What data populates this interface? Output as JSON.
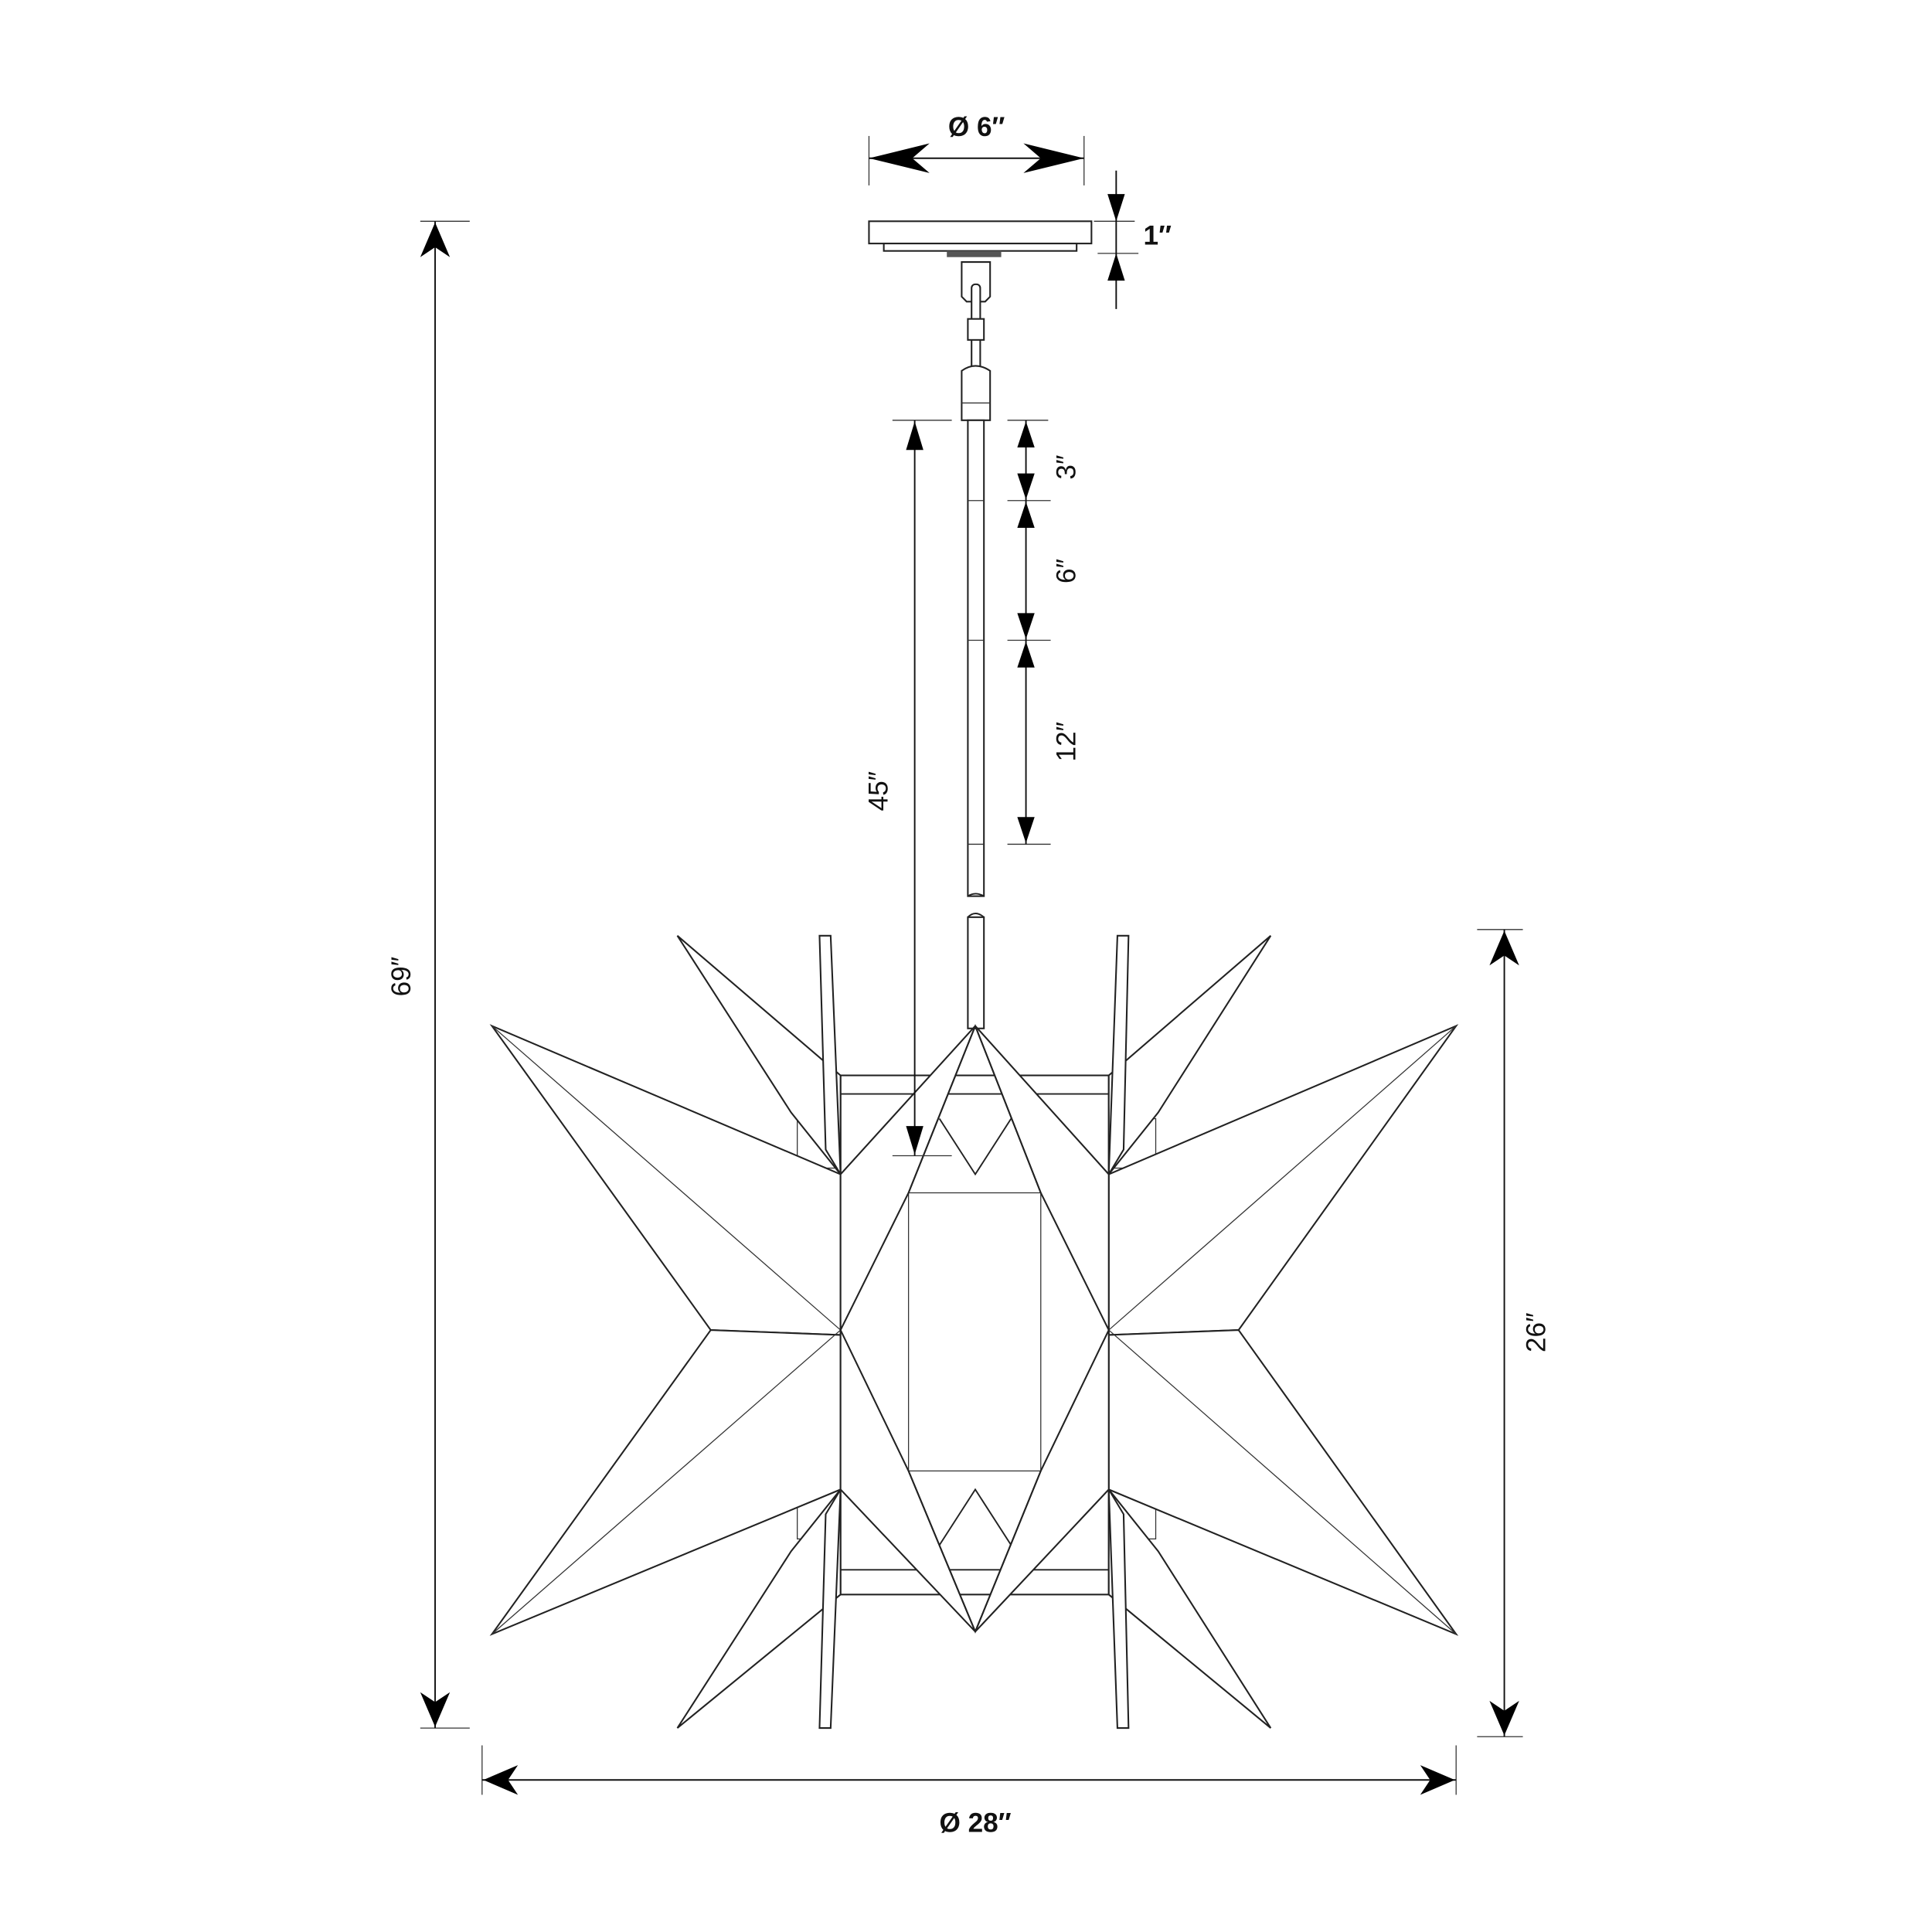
{
  "title": "Pendant fixture dimension drawing",
  "dimensions": {
    "canopy_diameter": "Ø 6″",
    "canopy_height": "1″",
    "stem_3": "3″",
    "stem_6": "6″",
    "stem_12": "12″",
    "stem_total": "45″",
    "overall_height": "69″",
    "fixture_height": "26″",
    "fixture_diameter": "Ø 28″"
  },
  "colors": {
    "line": "#222222",
    "background": "#ffffff"
  }
}
